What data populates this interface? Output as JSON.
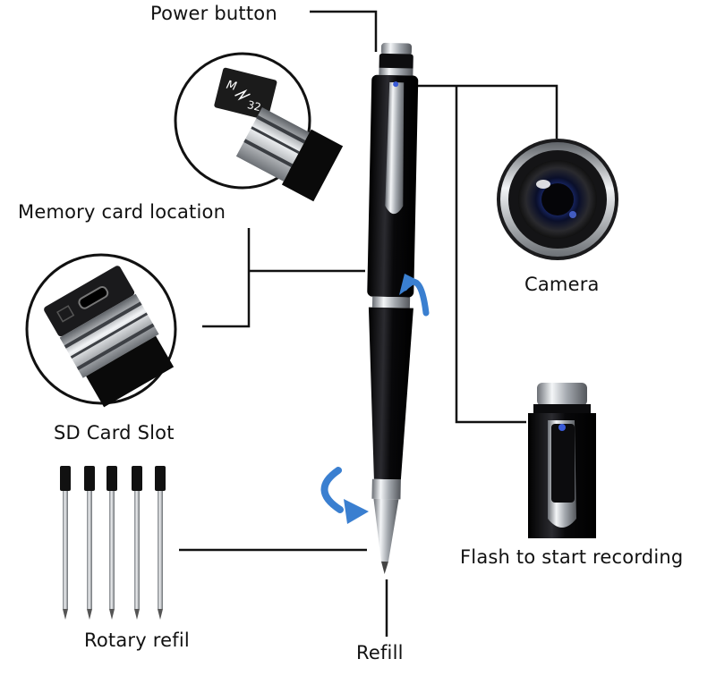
{
  "labels": {
    "power_button": "Power button",
    "memory_card_location": "Memory card location",
    "camera": "Camera",
    "sd_card_slot": "SD Card Slot",
    "flash_to_start_recording": "Flash to start recording",
    "rotary_refil": "Rotary refil",
    "refill": "Refill"
  },
  "memory_card_text": {
    "brand": "M",
    "capacity": "32"
  },
  "refill_count": 5,
  "colors": {
    "pen_body": "#0b0b0d",
    "chrome": "#c9cdd2",
    "arrow_blue": "#3a7fd0",
    "leader_line": "#111111"
  }
}
